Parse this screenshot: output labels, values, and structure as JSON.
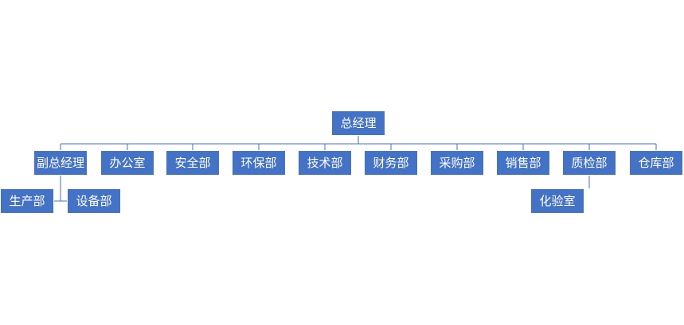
{
  "org_chart": {
    "root": "总经理",
    "departments": [
      {
        "label": "副总经理",
        "children": [
          "生产部",
          "设备部"
        ]
      },
      {
        "label": "办公室",
        "children": []
      },
      {
        "label": "安全部",
        "children": []
      },
      {
        "label": "环保部",
        "children": []
      },
      {
        "label": "技术部",
        "children": []
      },
      {
        "label": "财务部",
        "children": []
      },
      {
        "label": "采购部",
        "children": []
      },
      {
        "label": "销售部",
        "children": []
      },
      {
        "label": "质检部",
        "children": [
          "化验室"
        ]
      },
      {
        "label": "仓库部",
        "children": []
      }
    ]
  },
  "colors": {
    "node_fill": "#4472c4",
    "node_text": "#ffffff",
    "connector": "#4472c4"
  }
}
